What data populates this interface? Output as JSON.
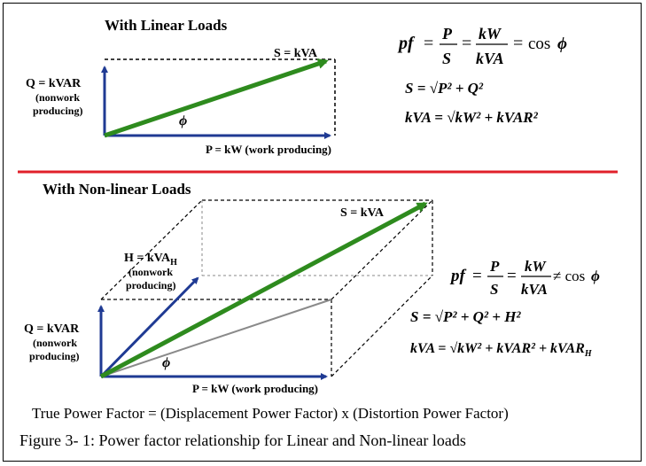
{
  "linear": {
    "heading": "With Linear Loads",
    "s_label": "S = kVA",
    "q_label": "Q = kVAR",
    "q_note_1": "(nonwork",
    "q_note_2": "producing)",
    "p_label": "P = kW (work producing)",
    "angle": "ϕ",
    "formulas": {
      "pf_lhs": "pf",
      "p": "P",
      "s": "S",
      "kw": "kW",
      "kva": "kVA",
      "cos": "cos",
      "f2": "S = √P² + Q²",
      "f3": "kVA = √kW² + kVAR²"
    }
  },
  "nonlinear": {
    "heading": "With Non-linear Loads",
    "s_label": "S = kVA",
    "h_label": "H = kVA",
    "h_sub": "H",
    "h_note_1": "(nonwork",
    "h_note_2": "producing)",
    "q_label": "Q = kVAR",
    "q_note_1": "(nonwork",
    "q_note_2": "producing)",
    "p_label": "P = kW (work producing)",
    "angle": "ϕ",
    "formulas": {
      "pf_lhs": "pf",
      "p": "P",
      "s": "S",
      "kw": "kW",
      "kva": "kVA",
      "neq": "≠ cos",
      "f2": "S = √P² + Q² + H²",
      "f3": "kVA = √kW² + kVAR² + kVAR",
      "f3_sub": "H"
    }
  },
  "colors": {
    "blue": "#1f3a93",
    "green": "#2e8b1e",
    "red": "#e0202a",
    "gray": "#8a8a8a"
  },
  "footer": {
    "equation": "True Power Factor = (Displacement Power Factor) x (Distortion Power Factor)",
    "caption": "Figure 3- 1:  Power factor relationship for Linear and Non-linear loads"
  }
}
